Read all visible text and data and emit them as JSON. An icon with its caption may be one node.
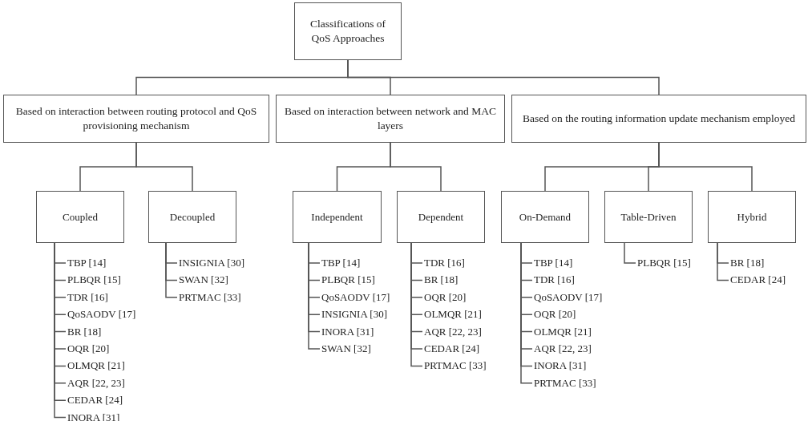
{
  "diagram": {
    "nodes": [
      {
        "text": [
          "Classifications of QoS Approaches"
        ]
      },
      {
        "text": [
          "Based on interaction between routing protocol and QoS provisioning mechanism"
        ]
      },
      {
        "text": [
          "Based on interaction between network and MAC layers"
        ]
      },
      {
        "text": [
          "Based on the routing information update mechanism employed"
        ]
      },
      {
        "text": [
          "Coupled"
        ]
      },
      {
        "text": [
          "Decoupled"
        ]
      },
      {
        "text": [
          "Independent"
        ]
      },
      {
        "text": [
          "Dependent"
        ]
      },
      {
        "text": [
          "On-Demand"
        ]
      },
      {
        "text": [
          "Table-Driven"
        ]
      },
      {
        "text": [
          "Hybrid"
        ]
      },
      {
        "text": [
          "TBP [14]"
        ]
      },
      {
        "text": [
          "PLBQR [15]"
        ]
      },
      {
        "text": [
          "TDR [16]"
        ]
      },
      {
        "text": [
          "QoSAODV [17]"
        ]
      },
      {
        "text": [
          "BR [18]"
        ]
      },
      {
        "text": [
          "OQR [20]"
        ]
      },
      {
        "text": [
          "OLMQR [21]"
        ]
      },
      {
        "text": [
          "AQR [22, 23]"
        ]
      },
      {
        "text": [
          "CEDAR [24]"
        ]
      },
      {
        "text": [
          "INORA [31]"
        ]
      },
      {
        "text": [
          "INSIGNIA [30]"
        ]
      },
      {
        "text": [
          "SWAN [32]"
        ]
      },
      {
        "text": [
          "PRTMAC [33]"
        ]
      },
      {
        "text": [
          "TBP [14]"
        ]
      },
      {
        "text": [
          "PLBQR [15]"
        ]
      },
      {
        "text": [
          "QoSAODV [17]"
        ]
      },
      {
        "text": [
          "INSIGNIA [30]"
        ]
      },
      {
        "text": [
          "INORA [31]"
        ]
      },
      {
        "text": [
          "SWAN [32]"
        ]
      },
      {
        "text": [
          "TDR [16]"
        ]
      },
      {
        "text": [
          "BR [18]"
        ]
      },
      {
        "text": [
          "OQR [20]"
        ]
      },
      {
        "text": [
          "OLMQR [21]"
        ]
      },
      {
        "text": [
          "AQR [22, 23]"
        ]
      },
      {
        "text": [
          "CEDAR [24]"
        ]
      },
      {
        "text": [
          "PRTMAC [33]"
        ]
      },
      {
        "text": [
          "TBP [14]"
        ]
      },
      {
        "text": [
          "TDR [16]"
        ]
      },
      {
        "text": [
          "QoSAODV [17]"
        ]
      },
      {
        "text": [
          "OQR [20]"
        ]
      },
      {
        "text": [
          "OLMQR [21]"
        ]
      },
      {
        "text": [
          "AQR [22, 23]"
        ]
      },
      {
        "text": [
          "INORA [31]"
        ]
      },
      {
        "text": [
          "PRTMAC [33]"
        ]
      },
      {
        "text": [
          "PLBQR [15]"
        ]
      },
      {
        "text": [
          "BR [18]"
        ]
      },
      {
        "text": [
          "CEDAR [24]"
        ]
      }
    ],
    "edges": [
      {
        "from": 0,
        "to": 1,
        "arrow": "none"
      },
      {
        "from": 0,
        "to": 2,
        "arrow": "none"
      },
      {
        "from": 0,
        "to": 3,
        "arrow": "none"
      },
      {
        "from": 1,
        "to": 4,
        "arrow": "none"
      },
      {
        "from": 1,
        "to": 5,
        "arrow": "none"
      },
      {
        "from": 2,
        "to": 6,
        "arrow": "none"
      },
      {
        "from": 2,
        "to": 7,
        "arrow": "none"
      },
      {
        "from": 3,
        "to": 8,
        "arrow": "none"
      },
      {
        "from": 3,
        "to": 9,
        "arrow": "none"
      },
      {
        "from": 3,
        "to": 10,
        "arrow": "none"
      },
      {
        "from": 4,
        "to": 11,
        "arrow": "none"
      },
      {
        "from": 4,
        "to": 12,
        "arrow": "none"
      },
      {
        "from": 4,
        "to": 13,
        "arrow": "none"
      },
      {
        "from": 4,
        "to": 14,
        "arrow": "none"
      },
      {
        "from": 4,
        "to": 15,
        "arrow": "none"
      },
      {
        "from": 4,
        "to": 16,
        "arrow": "none"
      },
      {
        "from": 4,
        "to": 17,
        "arrow": "none"
      },
      {
        "from": 4,
        "to": 18,
        "arrow": "none"
      },
      {
        "from": 4,
        "to": 19,
        "arrow": "none"
      },
      {
        "from": 4,
        "to": 20,
        "arrow": "none"
      },
      {
        "from": 5,
        "to": 21,
        "arrow": "none"
      },
      {
        "from": 5,
        "to": 22,
        "arrow": "none"
      },
      {
        "from": 5,
        "to": 23,
        "arrow": "none"
      },
      {
        "from": 6,
        "to": 24,
        "arrow": "none"
      },
      {
        "from": 6,
        "to": 25,
        "arrow": "none"
      },
      {
        "from": 6,
        "to": 26,
        "arrow": "none"
      },
      {
        "from": 6,
        "to": 27,
        "arrow": "none"
      },
      {
        "from": 6,
        "to": 28,
        "arrow": "none"
      },
      {
        "from": 6,
        "to": 29,
        "arrow": "none"
      },
      {
        "from": 7,
        "to": 30,
        "arrow": "none"
      },
      {
        "from": 7,
        "to": 31,
        "arrow": "none"
      },
      {
        "from": 7,
        "to": 32,
        "arrow": "none"
      },
      {
        "from": 7,
        "to": 33,
        "arrow": "none"
      },
      {
        "from": 7,
        "to": 34,
        "arrow": "none"
      },
      {
        "from": 7,
        "to": 35,
        "arrow": "none"
      },
      {
        "from": 7,
        "to": 36,
        "arrow": "none"
      },
      {
        "from": 8,
        "to": 37,
        "arrow": "none"
      },
      {
        "from": 8,
        "to": 38,
        "arrow": "none"
      },
      {
        "from": 8,
        "to": 39,
        "arrow": "none"
      },
      {
        "from": 8,
        "to": 40,
        "arrow": "none"
      },
      {
        "from": 8,
        "to": 41,
        "arrow": "none"
      },
      {
        "from": 8,
        "to": 42,
        "arrow": "none"
      },
      {
        "from": 8,
        "to": 43,
        "arrow": "none"
      },
      {
        "from": 8,
        "to": 44,
        "arrow": "none"
      },
      {
        "from": 9,
        "to": 45,
        "arrow": "none"
      },
      {
        "from": 10,
        "to": 46,
        "arrow": "none"
      },
      {
        "from": 10,
        "to": 47,
        "arrow": "none"
      }
    ]
  }
}
